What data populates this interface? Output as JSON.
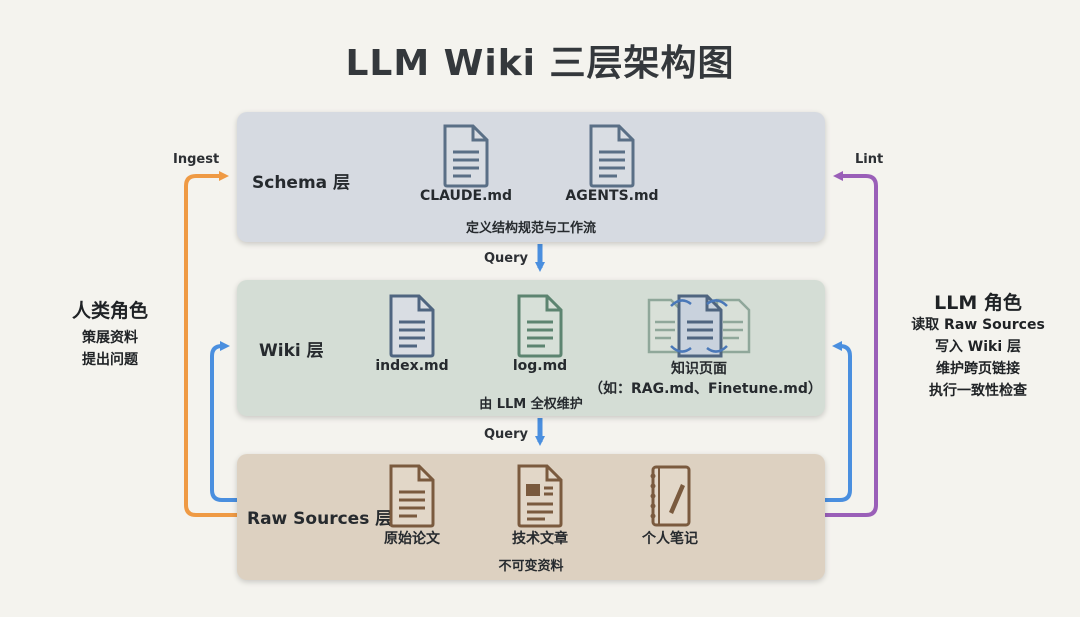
{
  "title": "LLM Wiki 三层架构图",
  "colors": {
    "schema_bg": "#d6dae1",
    "wiki_bg": "#d4ddd5",
    "raw_bg": "#ddd1c1",
    "ingest_arrow": "#ef9a44",
    "lint_arrow": "#9a5fb8",
    "query_arrow": "#4a8fdf",
    "schema_icon": "#5a6f86",
    "wiki_icon": "#5c8470",
    "raw_icon": "#7a5a3e"
  },
  "layers": {
    "schema": {
      "label": "Schema 层",
      "files": [
        {
          "name": "CLAUDE.md",
          "icon": "document-icon"
        },
        {
          "name": "AGENTS.md",
          "icon": "document-icon"
        }
      ],
      "description": "定义结构规范与工作流"
    },
    "wiki": {
      "label": "Wiki 层",
      "files": [
        {
          "name": "index.md",
          "icon": "document-icon"
        },
        {
          "name": "log.md",
          "icon": "document-icon"
        },
        {
          "name": "知识页面",
          "icon": "linked-pages-icon"
        }
      ],
      "knowledge_note": "（如：RAG.md、Finetune.md）",
      "description": "由 LLM 全权维护"
    },
    "raw": {
      "label": "Raw Sources 层",
      "files": [
        {
          "name": "原始论文",
          "icon": "paper-icon"
        },
        {
          "name": "技术文章",
          "icon": "article-icon"
        },
        {
          "name": "个人笔记",
          "icon": "notebook-icon"
        }
      ],
      "description": "不可变资料"
    }
  },
  "arrows": {
    "query_top": "Query",
    "query_bottom": "Query",
    "ingest": "Ingest",
    "lint": "Lint"
  },
  "human_role": {
    "title": "人类角色",
    "lines": [
      "策展资料",
      "提出问题"
    ]
  },
  "llm_role": {
    "title": "LLM 角色",
    "lines": [
      "读取 Raw Sources",
      "写入 Wiki 层",
      "维护跨页链接",
      "执行一致性检查"
    ]
  }
}
